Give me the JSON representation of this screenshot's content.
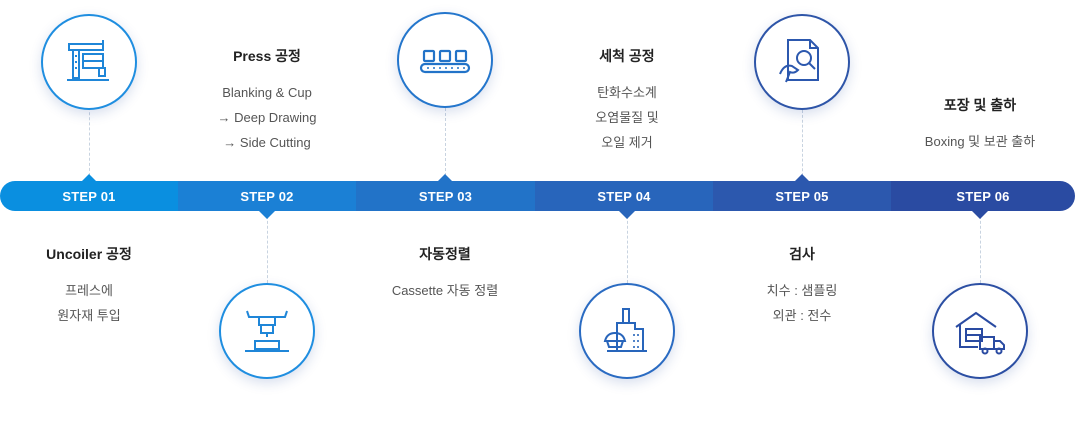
{
  "steps": [
    {
      "label": "STEP 01",
      "title": "Uncoiler 공정",
      "lines": [
        "프레스에",
        "원자재  투입"
      ],
      "icon": "uncoiler-icon"
    },
    {
      "label": "STEP 02",
      "title": "Press 공정",
      "lines": [
        "Blanking & Cup",
        "→ Deep Drawing",
        "→ Side Cutting"
      ],
      "icon": "press-icon"
    },
    {
      "label": "STEP 03",
      "title": "자동정렬",
      "lines": [
        "Cassette 자동 정렬"
      ],
      "icon": "conveyor-icon"
    },
    {
      "label": "STEP 04",
      "title": "세척 공정",
      "lines": [
        "탄화수소계",
        "오염물질 및",
        "오일 제거"
      ],
      "icon": "factory-icon"
    },
    {
      "label": "STEP 05",
      "title": "검사",
      "lines": [
        "치수 : 샘플링",
        "외관 : 전수"
      ],
      "icon": "inspection-icon"
    },
    {
      "label": "STEP 06",
      "title": "포장 및 출하",
      "lines": [
        "Boxing 및 보관 출하"
      ],
      "icon": "delivery-truck-icon"
    }
  ],
  "colors": {
    "step01": "#0a8fe0",
    "step02": "#1b80d5",
    "step03": "#2273c8",
    "step04": "#2865bb",
    "step05": "#2c58ae",
    "step06": "#2a4ba2",
    "icon_blue": "#1f86d8",
    "icon_navy": "#2c4fa3"
  }
}
